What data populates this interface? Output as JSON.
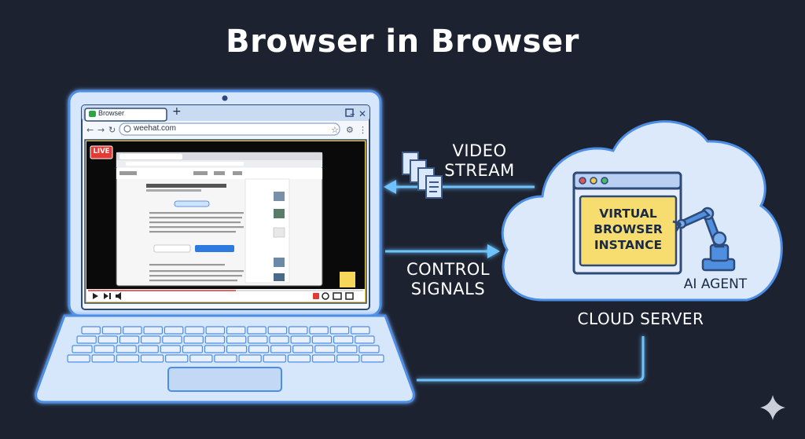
{
  "title": "Browser in Browser",
  "colors": {
    "background": "#1c2230",
    "laptop_fill": "#d6e6fb",
    "laptop_stroke": "#4c8ee6",
    "glow": "#6ec3ff",
    "virtual_browser_yellow": "#f7dc6f",
    "live_badge": "#e53935"
  },
  "laptop_browser": {
    "tab_label": "Browser",
    "new_tab": "+",
    "url": "weehat.com",
    "live_badge": "LIVE",
    "icons": [
      "back-icon",
      "forward-icon",
      "reload-icon",
      "star-icon",
      "play-icon",
      "skip-icon",
      "volume-icon",
      "settings-icon",
      "fullscreen-icon"
    ]
  },
  "cloud": {
    "virtual_browser_label": "VIRTUAL BROWSER INSTANCE",
    "virtual_browser_lines": [
      "VIRTUAL",
      "BROWSER",
      "INSTANCE"
    ],
    "agent_label": "AI AGENT",
    "server_label": "CLOUD SERVER"
  },
  "flows": {
    "video_stream_lines": [
      "VIDEO",
      "STREAM"
    ],
    "control_signals_lines": [
      "CONTROL",
      "SIGNALS"
    ]
  }
}
